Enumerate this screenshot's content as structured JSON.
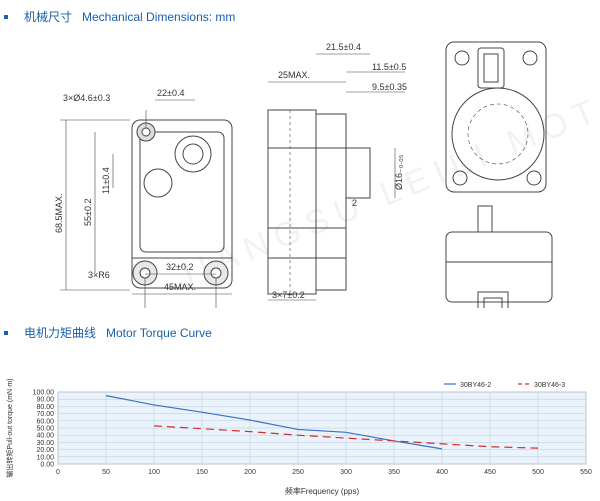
{
  "section_mechanical": {
    "title_cn": "机械尺寸",
    "title_en": "Mechanical Dimensions: mm"
  },
  "section_torque": {
    "title_cn": "电机力矩曲线",
    "title_en": "Motor Torque Curve"
  },
  "dimensions": {
    "holes": "3×Ø4.6±0.3",
    "d22": "22±0.4",
    "d68": "68.5MAX.",
    "d55": "55±0.2",
    "d11": "11±0.4",
    "r6": "3×R6",
    "d32": "32±0.2",
    "d45": "45MAX.",
    "d25": "25MAX.",
    "d21": "21.5±0.4",
    "d11_5": "11.5±0.5",
    "d9_5": "9.5±0.35",
    "d16": "Ø16₋₀.₀₅",
    "d2": "2",
    "d3x7": "3×7±0.2"
  },
  "watermark": "JIANGSU LEILI MOTOR CO.,LTD.",
  "chart_data": {
    "type": "line",
    "ylabel": "输出转矩Pull-out torque (mN·m)",
    "xlabel": "频率Frequency (pps)",
    "xlim": [
      0,
      550
    ],
    "ylim": [
      0,
      100
    ],
    "xticks": [
      0,
      50,
      100,
      150,
      200,
      250,
      300,
      350,
      400,
      450,
      500,
      550
    ],
    "yticks": [
      "0.00",
      "10.00",
      "20.00",
      "30.00",
      "40.00",
      "50.00",
      "60.00",
      "70.00",
      "80.00",
      "90.00",
      "100.00"
    ],
    "grid": true,
    "legend_position": "top-right",
    "series": [
      {
        "name": "30BY46-2",
        "color": "#3a6fc4",
        "dash": "none",
        "x": [
          50,
          100,
          150,
          200,
          250,
          300,
          350,
          400
        ],
        "y": [
          95,
          82,
          72,
          61,
          48,
          44,
          32,
          21
        ]
      },
      {
        "name": "30BY46-3",
        "color": "#d0312d",
        "dash": "8,5",
        "x": [
          100,
          150,
          200,
          250,
          300,
          350,
          400,
          450,
          500
        ],
        "y": [
          53,
          49,
          45,
          40,
          36,
          32,
          28,
          24,
          22
        ]
      }
    ]
  }
}
